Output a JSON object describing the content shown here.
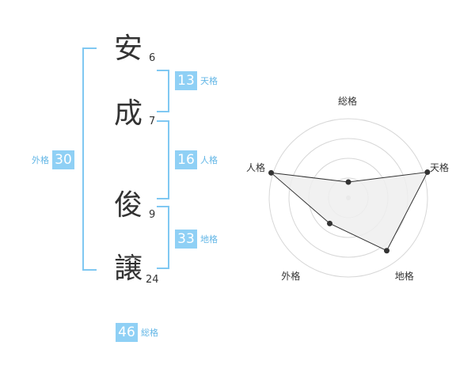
{
  "name_chars": [
    {
      "char": "安",
      "strokes": "6"
    },
    {
      "char": "成",
      "strokes": "7"
    },
    {
      "char": "俊",
      "strokes": "9"
    },
    {
      "char": "譲",
      "strokes": "24"
    }
  ],
  "kakusu": {
    "tenkaku": {
      "value": "13",
      "label": "天格"
    },
    "jinkaku": {
      "value": "16",
      "label": "人格"
    },
    "chikaku": {
      "value": "33",
      "label": "地格"
    },
    "gaikaku": {
      "value": "30",
      "label": "外格"
    },
    "soukaku": {
      "value": "46",
      "label": "総格"
    }
  },
  "colors": {
    "accent": "#8fd0f5",
    "accent_text": "#62b6e6",
    "bracket": "#80c8f2",
    "radar_fill": "#eeeeee"
  },
  "chart_data": {
    "type": "radar",
    "axes": [
      "総格",
      "天格",
      "地格",
      "外格",
      "人格"
    ],
    "levels": 4,
    "max": 4,
    "values": [
      0.8,
      4.2,
      3.3,
      1.6,
      4.1
    ]
  }
}
